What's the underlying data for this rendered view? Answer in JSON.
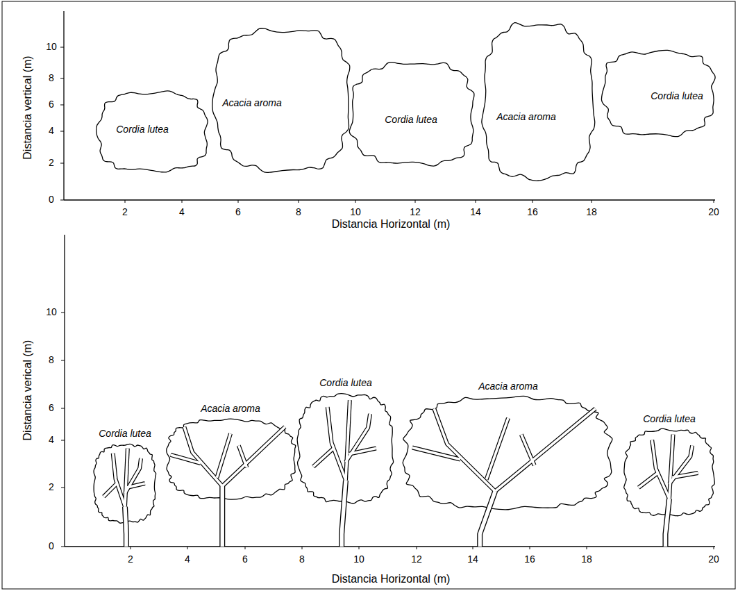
{
  "diagram": {
    "nodes": [
      {
        "text": [
          "Cordia lutea"
        ]
      },
      {
        "text": [
          "Acacia aroma"
        ]
      },
      {
        "text": [
          "Cordia lutea"
        ]
      },
      {
        "text": [
          "Acacia aroma"
        ]
      },
      {
        "text": [
          "Cordia lutea"
        ]
      },
      {
        "text": [
          "Cordia lutea"
        ]
      },
      {
        "text": [
          "Acacia aroma"
        ]
      },
      {
        "text": [
          "Cordia lutea"
        ]
      },
      {
        "text": [
          "Acacia aroma"
        ]
      },
      {
        "text": [
          "Cordia lutea"
        ]
      }
    ],
    "edges": [],
    "labels": [
      "10",
      "8",
      "6",
      "4",
      "2",
      "0",
      "Distancia vertical (m)",
      "2",
      "4",
      "6",
      "8",
      "10",
      "12",
      "14",
      "16",
      "18",
      "20",
      "Distancia Horizontal (m)",
      "10",
      "8",
      "6",
      "4",
      "2",
      "0",
      "Distancia verical (m)",
      "2",
      "4",
      "6",
      "8",
      "10",
      "12",
      "14",
      "16",
      "18",
      "20",
      "Distancia Horizontal (m)"
    ]
  }
}
